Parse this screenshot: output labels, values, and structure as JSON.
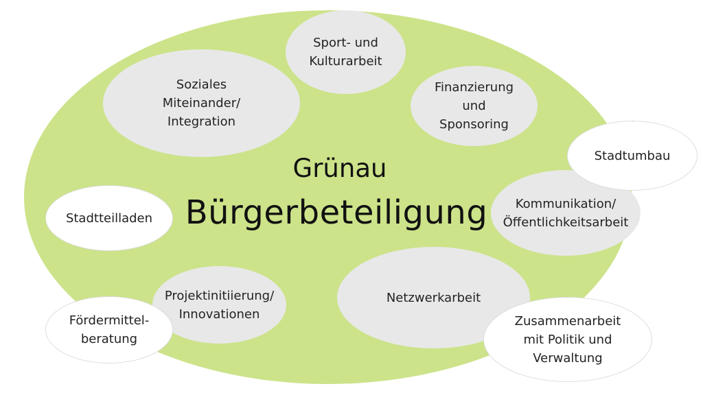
{
  "colors": {
    "main_ellipse": "#cce38a",
    "inner_bubble": "#e8e8e8",
    "outer_bubble": "#ffffff",
    "text": "#222222"
  },
  "center": {
    "title": "Grünau",
    "subtitle": "Bürgerbeteiligung"
  },
  "inner_topics": {
    "sport": "Sport- und\nKulturarbeit",
    "soziales": "Soziales\nMiteinander/\nIntegration",
    "finanzierung": "Finanzierung\nund\nSponsoring",
    "kommunikation": "Kommunikation/\nÖffentlichkeitsarbeit",
    "netzwerk": "Netzwerkarbeit",
    "projekt": "Projektinitiierung/\nInnovationen"
  },
  "outer_topics": {
    "stadtumbau": "Stadtumbau",
    "stadtteilladen": "Stadtteilladen",
    "foerdermittel": "Fördermittel-\nberatung",
    "zusammenarbeit": "Zusammenarbeit\nmit Politik und\nVerwaltung"
  }
}
